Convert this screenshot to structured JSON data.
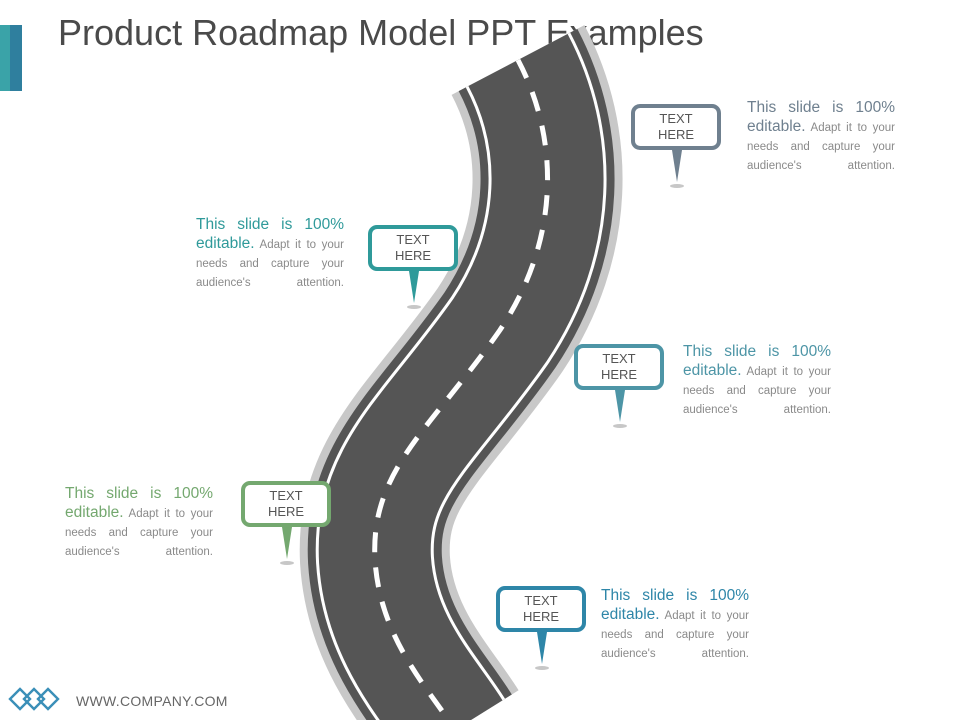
{
  "title": "Product Roadmap Model PPT Examples",
  "footer": {
    "url": "WWW.COMPANY.COM"
  },
  "colors": {
    "accent_light": "#3aa3a8",
    "accent_dark": "#2f7f9e",
    "road": "#555555",
    "road_shoulder": "#c8c8c8",
    "title_text": "#4a4a4a",
    "logo": "#3a8fb8"
  },
  "milestones": [
    {
      "pin_text": "TEXT HERE",
      "color": "#6f808f",
      "heading_a": "This slide is 100% editable",
      "heading_b": ".",
      "body": " Adapt it to your needs and capture your audience's attention."
    },
    {
      "pin_text": "TEXT HERE",
      "color": "#2f9a9a",
      "heading_a": "This slide is 100% editable",
      "heading_b": ".",
      "body": " Adapt it to your needs and capture your audience's attention."
    },
    {
      "pin_text": "TEXT HERE",
      "color": "#4d95a6",
      "heading_a": "This slide is 100% editable",
      "heading_b": ".",
      "body": " Adapt it to your needs and capture your audience's attention."
    },
    {
      "pin_text": "TEXT HERE",
      "color": "#74a86f",
      "heading_a": "This slide is 100% editable",
      "heading_b": ".",
      "body": " Adapt it to your needs and capture your audience's attention."
    },
    {
      "pin_text": "TEXT HERE",
      "color": "#2e86a8",
      "heading_a": "This slide is 100% editable",
      "heading_b": ".",
      "body": " Adapt it to your needs and capture your audience's attention."
    }
  ]
}
